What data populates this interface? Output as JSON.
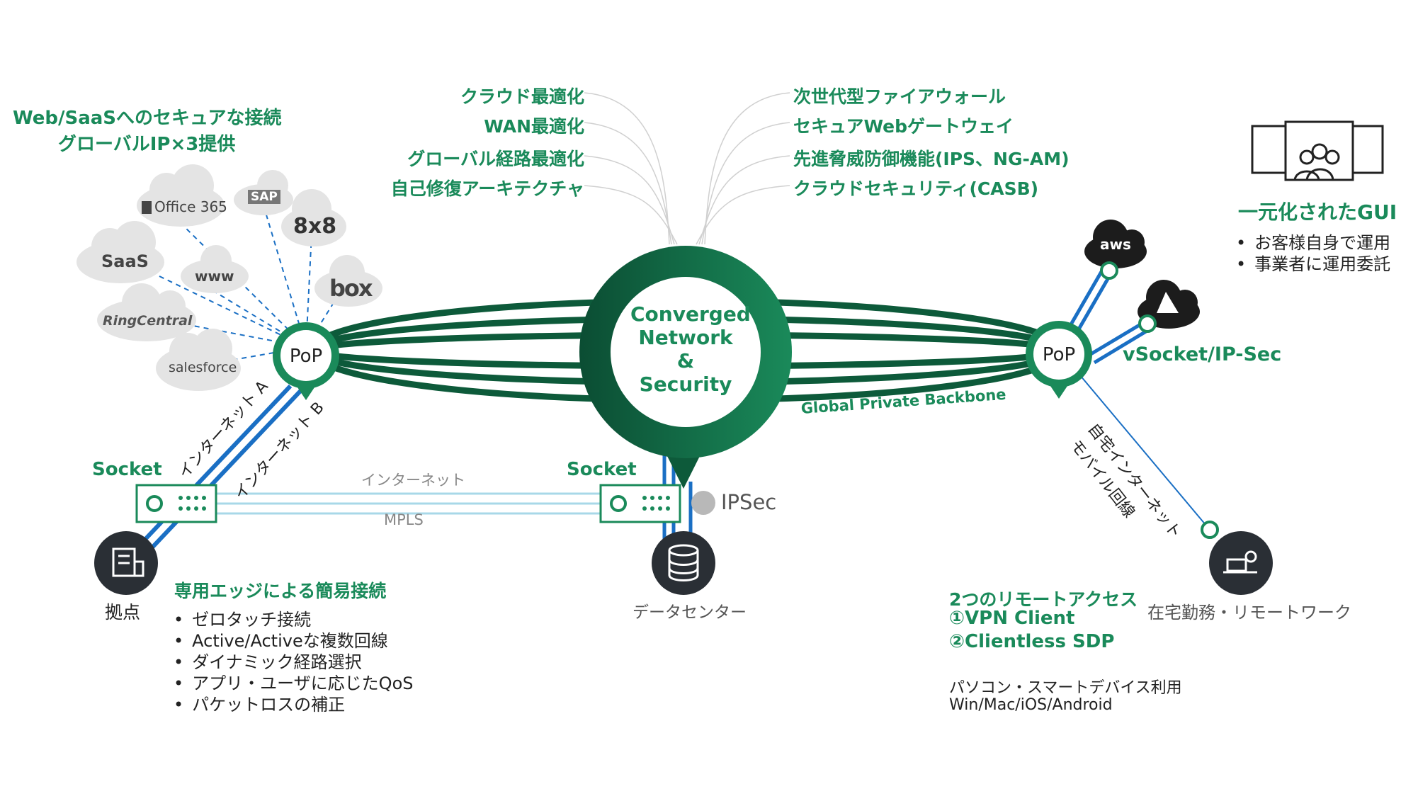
{
  "headline_saas": [
    "Web/SaaSへのセキュアな接続",
    "グローバルIP×3提供"
  ],
  "cloud_services": [
    "Office 365",
    "SAP",
    "8x8",
    "SaaS",
    "www",
    "box",
    "RingCentral",
    "salesforce"
  ],
  "pop_label": "PoP",
  "core": {
    "lines": [
      "Converged",
      "Network",
      "&",
      "Security"
    ]
  },
  "network_features": [
    "クラウド最適化",
    "WAN最適化",
    "グローバル経路最適化",
    "自己修復アーキテクチャ"
  ],
  "security_features": [
    "次世代型ファイアウォール",
    "セキュアWebゲートウェイ",
    "先進脅威防御機能(IPS、NG-AM)",
    "クラウドセキュリティ(CASB)"
  ],
  "gui": {
    "title": "一元化されたGUI",
    "items": [
      "お客様自身で運用",
      "事業者に運用委託"
    ]
  },
  "backbone_label": "Global Private Backbone",
  "vsocket_label": "vSocket/IP-Sec",
  "cloud_providers": [
    "aws",
    "azure"
  ],
  "left_site": {
    "socket_label": "Socket",
    "line_a": "インターネット A",
    "line_b": "インターネット B",
    "site_label": "拠点",
    "edge_title": "専用エッジによる簡易接続",
    "edge_features": [
      "ゼロタッチ接続",
      "Active/Activeな複数回線",
      "ダイナミック経路選択",
      "アプリ・ユーザに応じたQoS",
      "パケットロスの補正"
    ]
  },
  "link_labels": {
    "internet": "インターネット",
    "mpls": "MPLS"
  },
  "dc_site": {
    "socket_label": "Socket",
    "ipsec_label": "IPSec",
    "dc_label": "データセンター"
  },
  "remote": {
    "line_label": [
      "自宅インターネット",
      "モバイル回線"
    ],
    "site_label": "在宅勤務・リモートワーク",
    "access_title": [
      "2つのリモートアクセス",
      "①VPN Client",
      "②Clientless SDP"
    ],
    "devices": [
      "パソコン・スマートデバイス利用",
      "Win/Mac/iOS/Android"
    ]
  },
  "colors": {
    "brand_green": "#1a8a5a",
    "dark_green": "#0d5a3a",
    "blue": "#1a6fc4",
    "gray_cloud": "#e4e4e4"
  }
}
